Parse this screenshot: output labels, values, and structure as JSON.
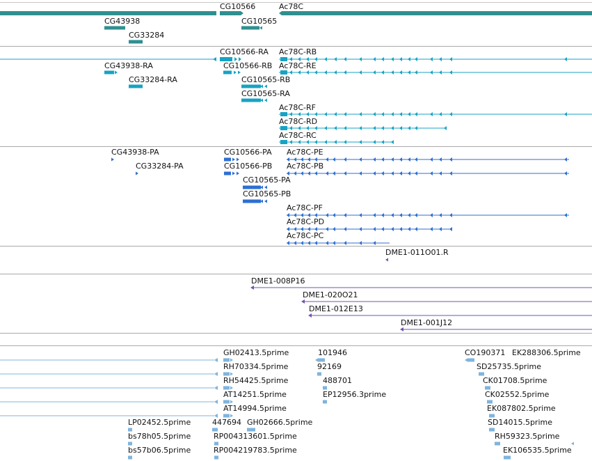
{
  "colors": {
    "gene": "#2f8f8f",
    "transcript": "#17a3c4",
    "protein": "#2e6fd1",
    "clone": "#7453b0",
    "est": "#7fb4dd",
    "divider": "#a9a9a9"
  },
  "tracks": {
    "genes": {
      "labels": [
        "CG10566",
        "Ac78C",
        "CG43938",
        "CG10565",
        "CG33284"
      ]
    },
    "transcripts": {
      "labels": [
        "CG10566-RA",
        "Ac78C-RB",
        "CG43938-RA",
        "CG10566-RB",
        "Ac78C-RE",
        "CG33284-RA",
        "CG10565-RB",
        "CG10565-RA",
        "Ac78C-RF",
        "Ac78C-RD",
        "Ac78C-RC"
      ]
    },
    "proteins": {
      "labels": [
        "CG43938-PA",
        "CG10566-PA",
        "Ac78C-PE",
        "CG33284-PA",
        "CG10566-PB",
        "Ac78C-PB",
        "CG10565-PA",
        "CG10565-PB",
        "Ac78C-PF",
        "Ac78C-PD",
        "Ac78C-PC"
      ]
    },
    "clones_short": {
      "labels": [
        "DME1-011O01.R"
      ]
    },
    "clones": {
      "labels": [
        "DME1-008P16",
        "DME1-020O21",
        "DME1-012E13",
        "DME1-001J12"
      ]
    },
    "ests": {
      "labels": [
        "GH02413.5prime",
        "101946",
        "CO190371",
        "EK288306.5prime",
        "RH70334.5prime",
        "92169",
        "SD25735.5prime",
        "RH54425.5prime",
        "488701",
        "CK01708.5prime",
        "AT14251.5prime",
        "EP12956.3prime",
        "CK02552.5prime",
        "AT14994.5prime",
        "EK087802.5prime",
        "LP02452.5prime",
        "447694",
        "GH02666.5prime",
        "SD14015.5prime",
        "bs78h05.5prime",
        "RP004313601.5prime",
        "RH59323.5prime",
        "bs57b06.5prime",
        "RP004219783.5prime",
        "EK106535.5prime"
      ]
    }
  }
}
